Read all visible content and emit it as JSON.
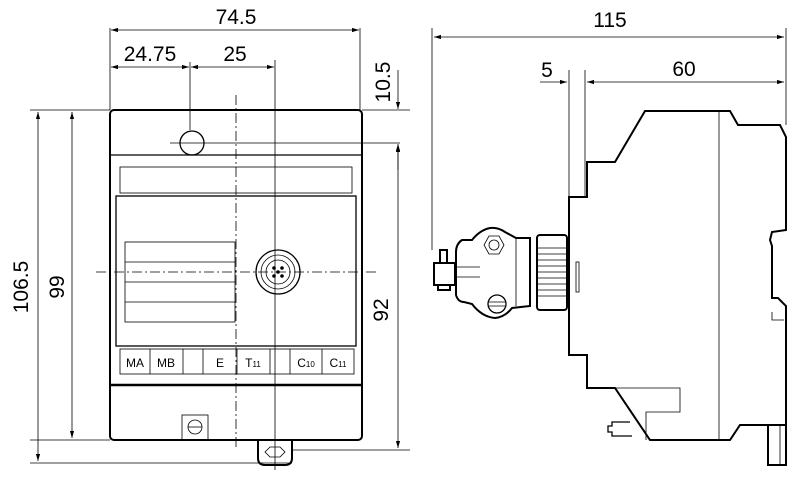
{
  "dimensions": {
    "front_width": "74.5",
    "offset_left": "24.75",
    "offset_mid": "25",
    "top_offset": "10.5",
    "total_height": "106.5",
    "body_height": "99",
    "inner_height": "92",
    "side_total": "115",
    "side_small": "5",
    "side_depth": "60"
  },
  "terminals": [
    {
      "main": "MA",
      "sub": ""
    },
    {
      "main": "MB",
      "sub": ""
    },
    {
      "main": "",
      "sub": ""
    },
    {
      "main": "E",
      "sub": ""
    },
    {
      "main": "T",
      "sub": "11"
    },
    {
      "main": "",
      "sub": ""
    },
    {
      "main": "C",
      "sub": "10"
    },
    {
      "main": "C",
      "sub": "11"
    }
  ]
}
